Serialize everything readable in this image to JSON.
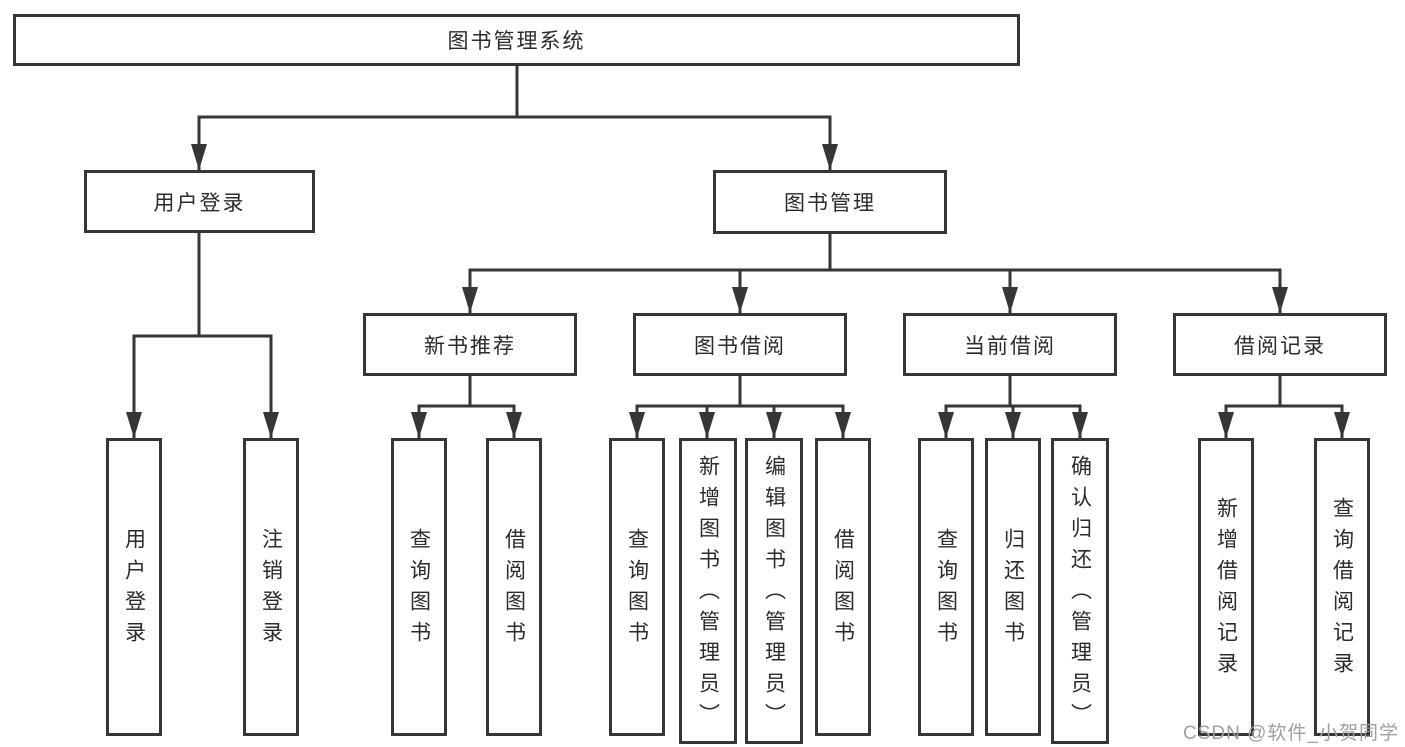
{
  "colors": {
    "line": "#363636",
    "text": "#2b2b2b",
    "watermark": "#9f9f9f",
    "background": "#ffffff"
  },
  "watermark": {
    "text": "CSDN @软件_小贺同学"
  },
  "tree": {
    "root": {
      "label": "图书管理系统",
      "children": [
        {
          "label": "用户登录",
          "children": [
            {
              "label": "用户登录"
            },
            {
              "label": "注销登录"
            }
          ]
        },
        {
          "label": "图书管理",
          "children": [
            {
              "label": "新书推荐",
              "children": [
                {
                  "label": "查询图书"
                },
                {
                  "label": "借阅图书"
                }
              ]
            },
            {
              "label": "图书借阅",
              "children": [
                {
                  "label": "查询图书"
                },
                {
                  "label": "新增图书（管理员）"
                },
                {
                  "label": "编辑图书（管理员）"
                },
                {
                  "label": "借阅图书"
                }
              ]
            },
            {
              "label": "当前借阅",
              "children": [
                {
                  "label": "查询图书"
                },
                {
                  "label": "归还图书"
                },
                {
                  "label": "确认归还（管理员）"
                }
              ]
            },
            {
              "label": "借阅记录",
              "children": [
                {
                  "label": "新增借阅记录"
                },
                {
                  "label": "查询借阅记录"
                }
              ]
            }
          ]
        }
      ]
    }
  }
}
